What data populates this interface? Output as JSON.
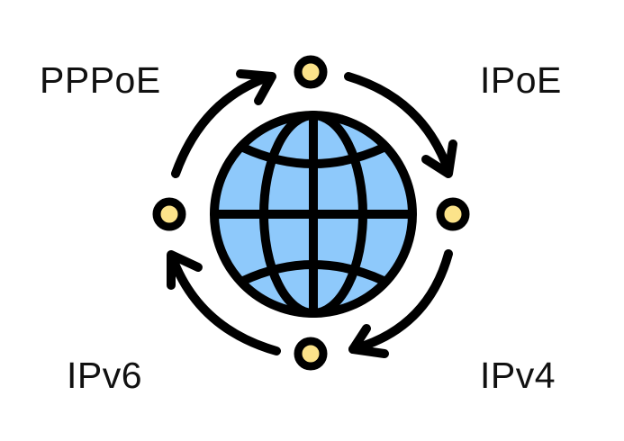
{
  "labels": {
    "top_left": "PPPoE",
    "top_right": "IPoE",
    "bottom_left": "IPv6",
    "bottom_right": "IPv4"
  },
  "colors": {
    "globe_fill": "#8ec9fb",
    "node_fill": "#fce38a",
    "stroke": "#000000"
  },
  "icons": [
    "globe-icon",
    "cycle-arrows-icon"
  ]
}
